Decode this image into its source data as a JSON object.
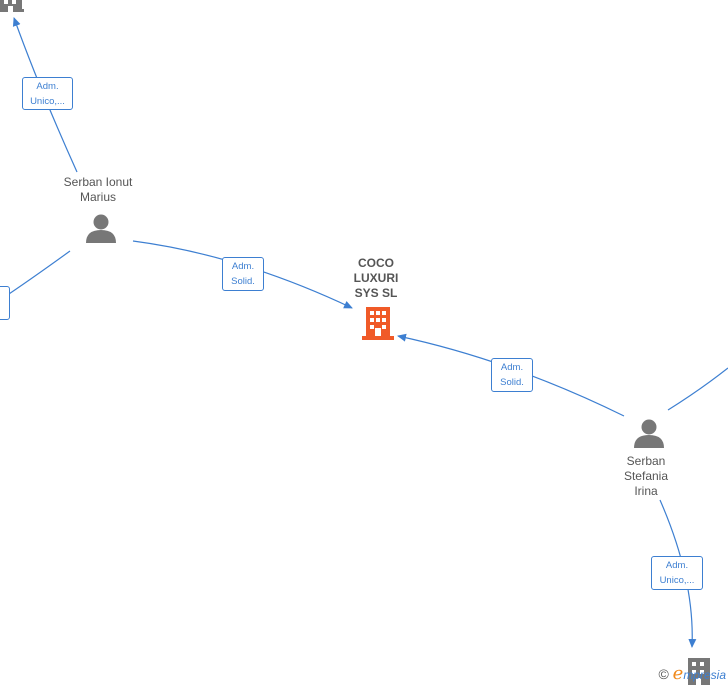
{
  "nodes": {
    "main_company": {
      "name_lines": [
        "COCO",
        "LUXURI",
        "SYS  SL"
      ]
    },
    "person_1": {
      "name_lines": [
        "Serban Ionut",
        "Marius"
      ]
    },
    "person_2": {
      "name_lines": [
        "Serban",
        "Stefania",
        "Irina"
      ]
    }
  },
  "edges": {
    "p1_to_top_company": {
      "lines": [
        "Adm.",
        "Unico,..."
      ]
    },
    "p1_to_main": {
      "lines": [
        "Adm.",
        "Solid."
      ]
    },
    "p2_to_main": {
      "lines": [
        "Adm.",
        "Solid."
      ]
    },
    "p2_to_bottom_company": {
      "lines": [
        "Adm.",
        "Unico,..."
      ]
    }
  },
  "watermark": {
    "copyright": "©",
    "brand_e": "e",
    "brand_rest": "mpresia"
  },
  "colors": {
    "edge": "#3d7fd1",
    "main_company": "#f05a28",
    "node": "#777777"
  }
}
